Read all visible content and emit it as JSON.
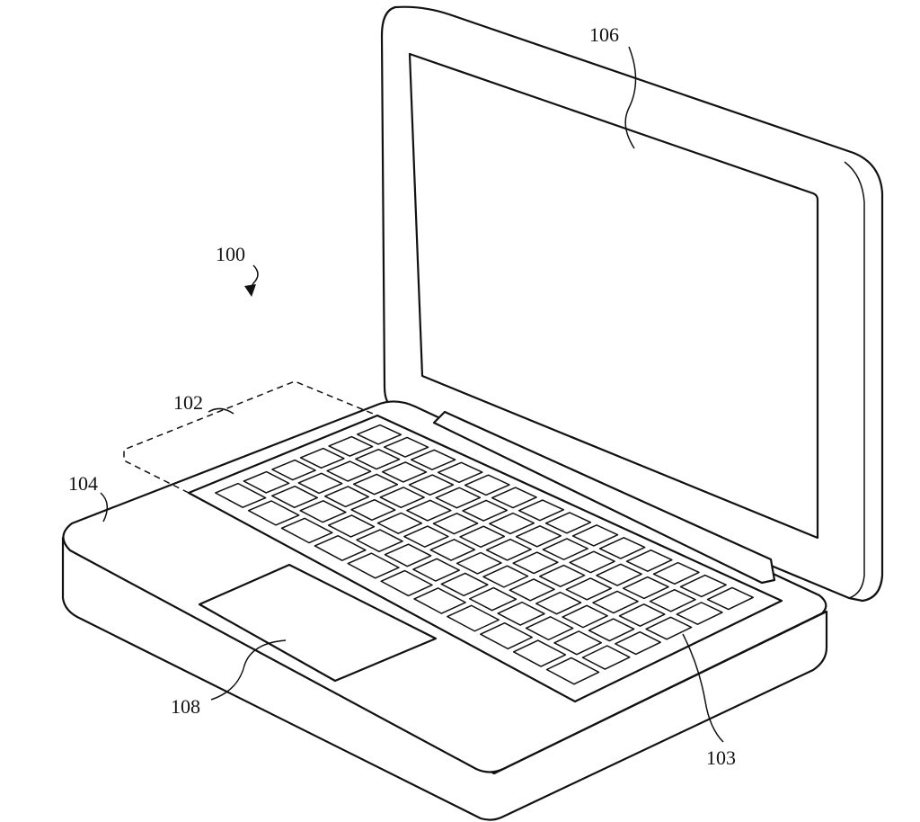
{
  "figure": {
    "labels": {
      "device": "100",
      "region": "102",
      "keyboard": "103",
      "housing": "104",
      "display": "106",
      "trackpad": "108"
    },
    "keyboard_rows": [
      14,
      14,
      14,
      14,
      13,
      11
    ]
  }
}
